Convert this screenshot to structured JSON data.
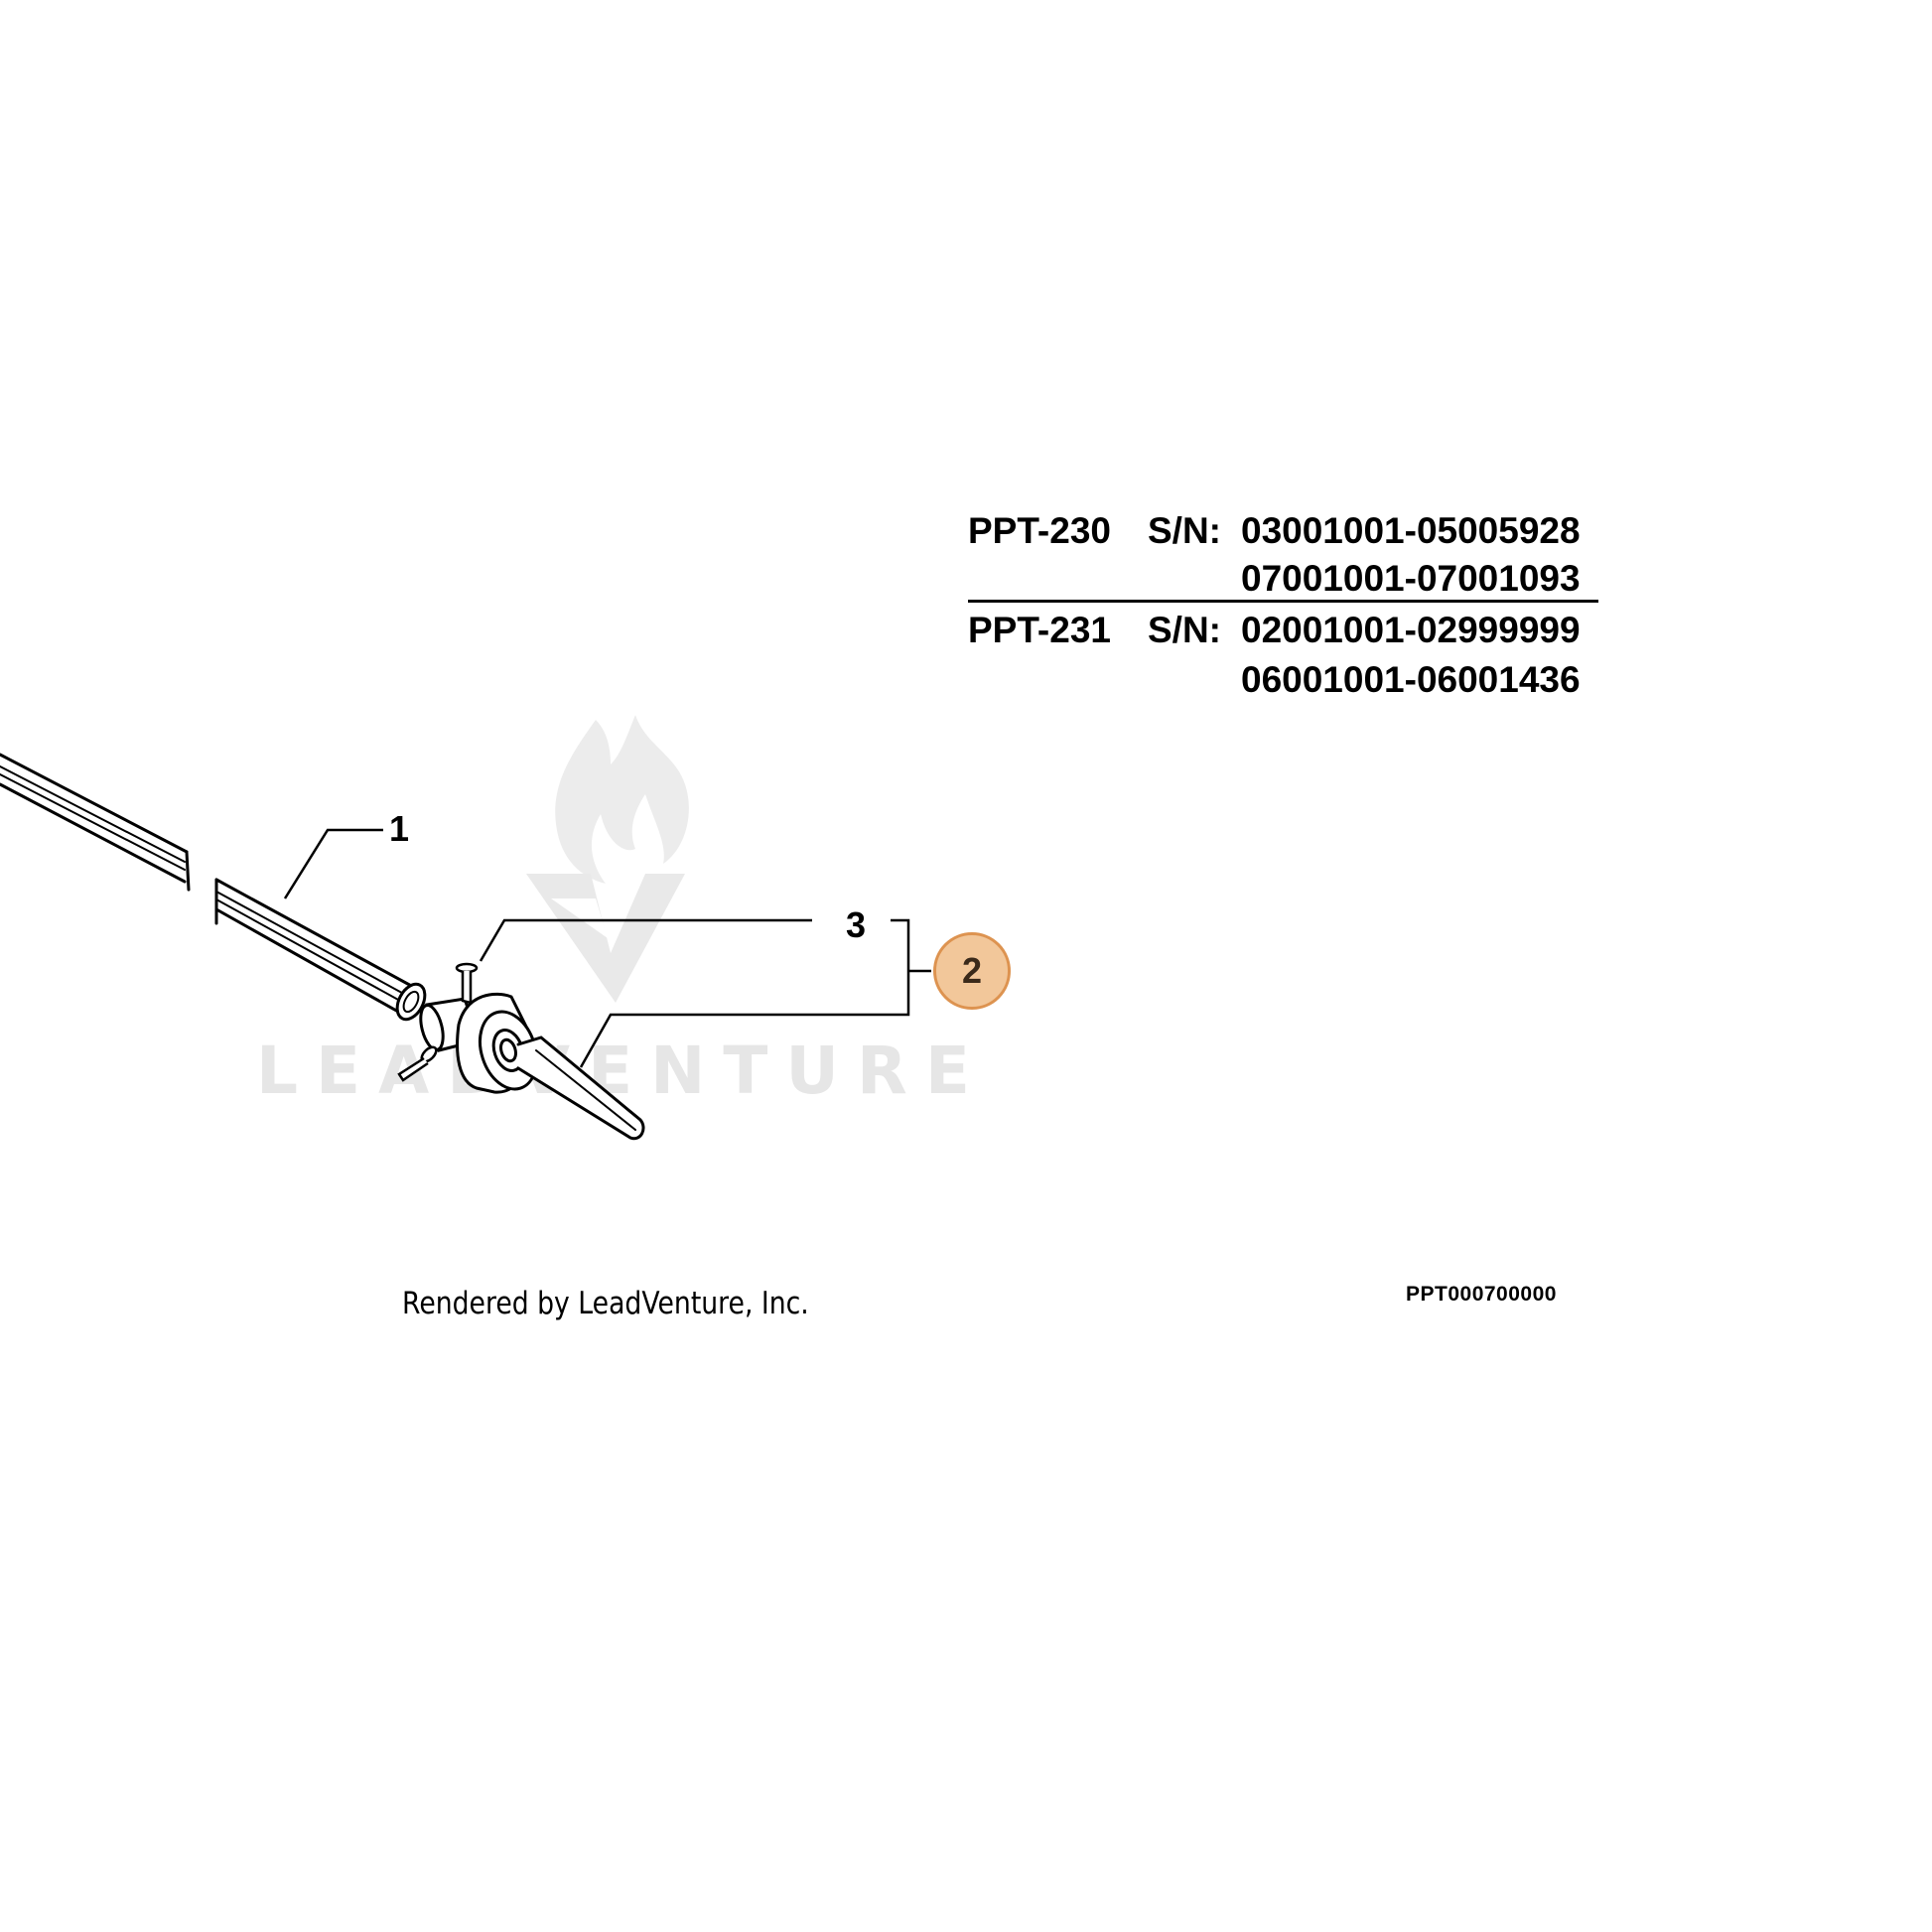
{
  "header": {
    "models": [
      {
        "model": "PPT-230",
        "sn_label": "S/N:",
        "ranges": [
          "03001001-05005928",
          "07001001-07001093"
        ]
      },
      {
        "model": "PPT-231",
        "sn_label": "S/N:",
        "ranges": [
          "02001001-02999999",
          "06001001-06001436"
        ]
      }
    ]
  },
  "callouts": {
    "part1": "1",
    "part3": "3",
    "part2_highlighted": "2"
  },
  "footer": {
    "credit": "Rendered by LeadVenture, Inc.",
    "doc_id": "PPT000700000"
  },
  "watermark": {
    "text": "LEADVENTURE",
    "icon": "leadventure-flame-logo"
  },
  "colors": {
    "highlight_fill": "#f2c79a",
    "highlight_border": "#dd9350",
    "watermark": "#e6e6e6"
  }
}
